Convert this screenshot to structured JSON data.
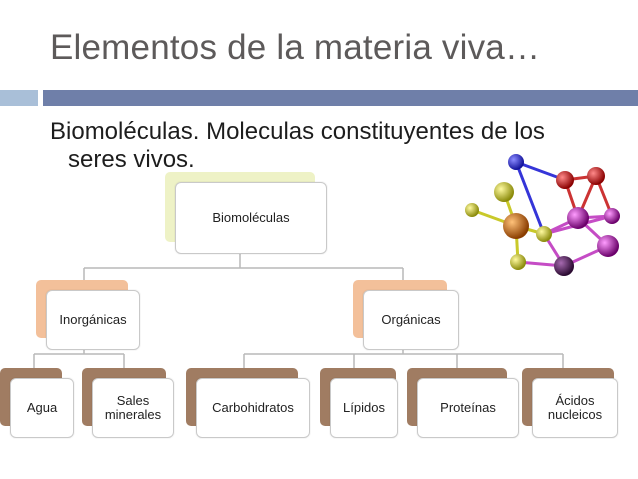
{
  "slide": {
    "title": "Elementos de la materia viva…",
    "subtitle_line1": "Biomoléculas. Moleculas constituyentes de los",
    "subtitle_line2": "seres vivos."
  },
  "diagram": {
    "root": "Biomoléculas",
    "branches": [
      {
        "label": "Inorgánicas",
        "children": [
          "Agua",
          "Sales minerales"
        ]
      },
      {
        "label": "Orgánicas",
        "children": [
          "Carbohidratos",
          "Lípidos",
          "Proteínas",
          "Ácidos nucleicos"
        ]
      }
    ],
    "colors": {
      "root_tab": "#eef2c6",
      "inorganic_tab": "#f3c09a",
      "organic_tab": "#f3c09a",
      "leaf_tab": "#a07c62",
      "connector": "#b9b9b9"
    }
  },
  "image": {
    "icon": "molecule-model-icon"
  }
}
